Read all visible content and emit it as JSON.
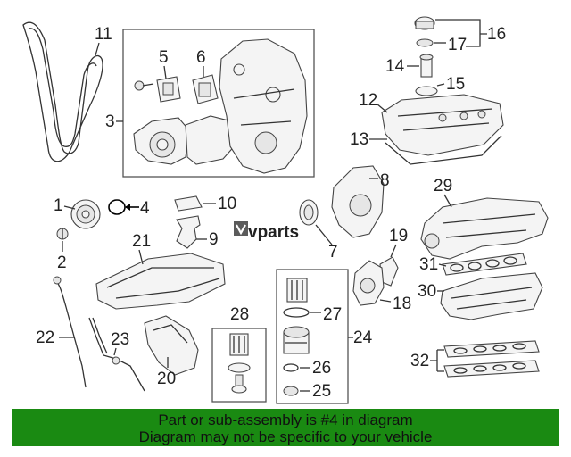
{
  "brand": {
    "logo_text": "vparts"
  },
  "callouts": {
    "c1": "1",
    "c2": "2",
    "c3": "3",
    "c4": "4",
    "c5": "5",
    "c6": "6",
    "c7": "7",
    "c8": "8",
    "c9": "9",
    "c10": "10",
    "c11": "11",
    "c12": "12",
    "c13": "13",
    "c14": "14",
    "c15": "15",
    "c16": "16",
    "c17": "17",
    "c18": "18",
    "c19": "19",
    "c20": "20",
    "c21": "21",
    "c22": "22",
    "c23": "23",
    "c24": "24",
    "c25": "25",
    "c26": "26",
    "c27": "27",
    "c28": "28",
    "c29": "29",
    "c30": "30",
    "c31": "31",
    "c32": "32"
  },
  "banner": {
    "line1": "Part or sub-assembly is #4 in diagram",
    "line2": "Diagram may not be specific to your vehicle"
  },
  "colors": {
    "banner_bg": "#1a8a12",
    "highlight_part": "#000000"
  }
}
